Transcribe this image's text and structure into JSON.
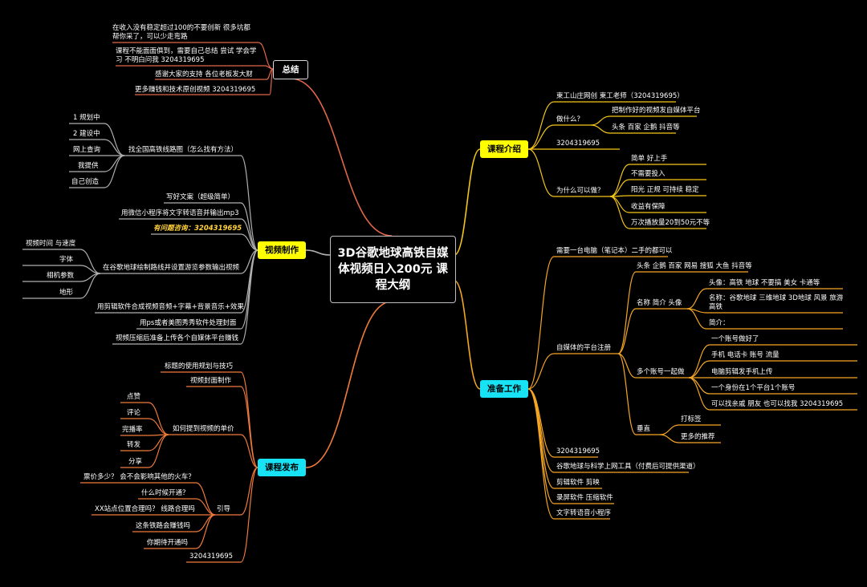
{
  "center": {
    "title": "3D谷歌地球高铁自媒体视频日入200元 课程大纲"
  },
  "colors": {
    "summary": "#e0674a",
    "intro": "#f5c518",
    "prep": "#f5a623",
    "video": "#b0b0b0",
    "publish": "#f07a3a",
    "yellow": "#ffff00",
    "cyan": "#17e3f5"
  },
  "summary": {
    "label": "总结",
    "items": [
      "在收入没有稳定超过100的不要创新 很多坑都帮你采了，可以少走弯路",
      "课程不能面面俱到，需要自己总结 尝试 学会学习 不明白问我 3204319695",
      "感谢大家的支持 各位老板发大财",
      "更多赚钱和技术原创视频 3204319695"
    ]
  },
  "intro": {
    "label": "课程介绍",
    "teacher": "東工山庄网创 東工老师（3204319695）",
    "what": {
      "label": "做什么？",
      "items": [
        "把制作好的视频发自媒体平台",
        "头条 百家 企鹅 抖音等"
      ]
    },
    "qq": "3204319695",
    "why": {
      "label": "为什么可以做？",
      "items": [
        "简单 好上手",
        "不需要投入",
        "阳光 正规 可持续 稳定",
        "收益有保障",
        "万次播放量20到50元不等"
      ]
    }
  },
  "prep": {
    "label": "准备工作",
    "computer": "需要一台电脑（笔记本）二手的都可以",
    "register": {
      "label": "自媒体的平台注册",
      "platforms": "头条 企鹅 百家 网易 搜狐 大鱼 抖音等",
      "profile": {
        "label": "名称 简介 头像",
        "items": [
          "头像：高铁 地球 不要搞 美女 卡通等",
          "名称：谷歌地球 三维地球 3D地球 风景 旅游 高铁",
          "简介："
        ]
      },
      "multi": {
        "label": "多个账号一起做",
        "items": [
          "一个账号做好了",
          "手机 电话卡 账号 流量",
          "电脑剪辑发手机上传",
          "一个身份在1个平台1个账号",
          "可以找亲戚 朋友 也可以找我 3204319695"
        ]
      },
      "vertical": {
        "label": "垂直",
        "items": [
          "打标签",
          "更多的推荐"
        ]
      }
    },
    "items": [
      "3204319695",
      "谷歌地球与科学上网工具（付费后可提供渠道）",
      "剪辑软件 剪映",
      "录屏软件 压缩软件",
      "文字转语音小程序"
    ]
  },
  "video": {
    "label": "视频制作",
    "route": {
      "label": "找全国高铁线路图（怎么找有方法）",
      "items": [
        "1 规划中",
        "2 建设中",
        "网上查询",
        "我提供",
        "自己创造"
      ]
    },
    "script": "写好文案（超级简单）",
    "mp3": "用微信小程序将文字转语音并输出mp3",
    "qq": "有问题咨询：3204319695",
    "ge": {
      "label": "在谷歌地球绘制路线并设置游览参数输出视频",
      "items": [
        "视频时间 与速度",
        "字体",
        "相机参数",
        "地形"
      ]
    },
    "edit": "用剪辑软件合成视频音频+字幕+背景音乐+效果",
    "cover": "用ps或者美图秀秀软件处理封面",
    "upload": "视频压缩后准备上传各个自媒体平台赚钱"
  },
  "publish": {
    "label": "课程发布",
    "title_tips": "标题的使用规划与技巧",
    "cover": "视频封面制作",
    "price": {
      "label": "如何提到视频的单价",
      "items": [
        "点赞",
        "评论",
        "完播率",
        "转发",
        "分享"
      ]
    },
    "guide": {
      "label": "引导",
      "items": [
        "票价多少？ 会不会影响其他的火车？",
        "什么时候开通？",
        "XX站点位置合理吗？ 线路合理吗",
        "这条铁路会赚钱吗",
        "你期待开通吗"
      ]
    },
    "qq": "3204319695"
  }
}
